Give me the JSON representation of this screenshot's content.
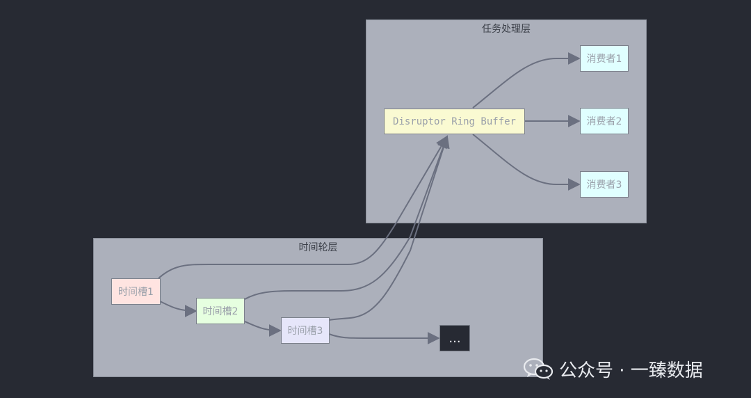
{
  "groups": {
    "task_layer": {
      "title": "任务处理层"
    },
    "wheel_layer": {
      "title": "时间轮层"
    }
  },
  "nodes": {
    "ring_buffer": {
      "label": "Disruptor Ring Buffer",
      "fill": "#fafad2"
    },
    "consumer1": {
      "label": "消费者1",
      "fill": "#e0ffff"
    },
    "consumer2": {
      "label": "消费者2",
      "fill": "#e0ffff"
    },
    "consumer3": {
      "label": "消费者3",
      "fill": "#e0ffff"
    },
    "slot1": {
      "label": "时间槽1",
      "fill": "#ffe4e1"
    },
    "slot2": {
      "label": "时间槽2",
      "fill": "#e6ffe0"
    },
    "slot3": {
      "label": "时间槽3",
      "fill": "#e6e6fa"
    },
    "more": {
      "label": "...",
      "fill": "#272a33"
    }
  },
  "colors": {
    "background": "#272a33",
    "group_fill": "#acb0bb",
    "edge": "#6b7080"
  },
  "watermark": {
    "icon": "wechat-icon",
    "text": "公众号 · 一臻数据"
  }
}
